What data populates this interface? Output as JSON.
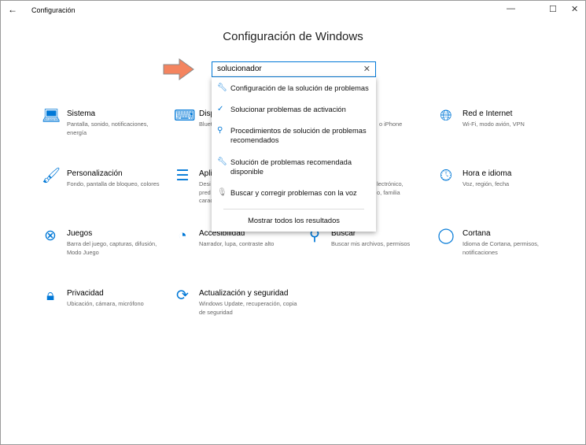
{
  "window": {
    "title": "Configuración",
    "back_icon": "back-arrow-icon",
    "minimize": "—",
    "maximize": "☐",
    "close": "✕"
  },
  "heading": "Configuración de Windows",
  "search": {
    "value": "solucionador",
    "clear": "✕"
  },
  "suggestions": [
    {
      "label": "Configuración de la solución de problemas",
      "icon": "wrench-icon"
    },
    {
      "label": "Solucionar problemas de activación",
      "icon": "check-circle-icon"
    },
    {
      "label": "Procedimientos de solución de problemas recomendados",
      "icon": "person-chat-icon"
    },
    {
      "label": "Solución de problemas recomendada disponible",
      "icon": "wrench-icon"
    },
    {
      "label": "Buscar y corregir problemas con la voz",
      "icon": "microphone-icon"
    }
  ],
  "show_all": "Mostrar todos los resultados",
  "tiles": [
    {
      "title": "Sistema",
      "desc": "Pantalla, sonido, notificaciones, energía"
    },
    {
      "title": "Disp",
      "desc": "Bluet",
      "desc_right": "o iPhone"
    },
    {
      "title": "Red e Internet",
      "desc": "Wi-Fi, modo avión, VPN"
    },
    {
      "title": "Personalización",
      "desc": "Fondo, pantalla de bloqueo, colores"
    },
    {
      "title": "Apli",
      "desc_lines": [
        "Desi",
        "pred",
        "carac"
      ],
      "desc_right_lines": [
        "lectrónico,",
        "o, familia"
      ]
    },
    {
      "title": "Hora e idioma",
      "desc": "Voz, región, fecha"
    },
    {
      "title": "Juegos",
      "desc": "Barra del juego, capturas, difusión, Modo Juego"
    },
    {
      "title": "Accesibilidad",
      "desc": "Narrador, lupa, contraste alto"
    },
    {
      "title": "Buscar",
      "desc": "Buscar mis archivos, permisos"
    },
    {
      "title": "Cortana",
      "desc": "Idioma de Cortana, permisos, notificaciones"
    },
    {
      "title": "Privacidad",
      "desc": "Ubicación, cámara, micrófono"
    },
    {
      "title": "Actualización y seguridad",
      "desc": "Windows Update, recuperación, copia de seguridad"
    }
  ],
  "colors": {
    "accent": "#0078d7",
    "arrow": "#f4845f"
  }
}
